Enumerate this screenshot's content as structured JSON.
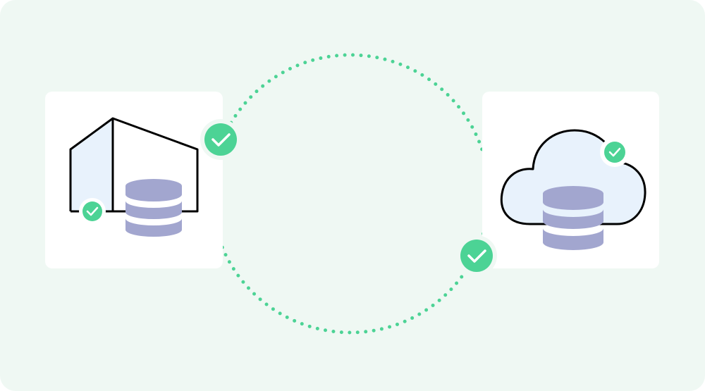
{
  "diagram": {
    "nodes": [
      {
        "id": "on-premise",
        "icon": "building-database-icon",
        "status": "synced"
      },
      {
        "id": "cloud",
        "icon": "cloud-database-icon",
        "status": "synced"
      }
    ],
    "connection": {
      "style": "dotted-circle",
      "status_icons": [
        "check-icon",
        "check-icon"
      ]
    },
    "colors": {
      "background": "#eff8f3",
      "accent_green": "#4cd395",
      "database": "#a2a6cf",
      "light_fill": "#e8f2fc",
      "outline": "#000000"
    }
  }
}
